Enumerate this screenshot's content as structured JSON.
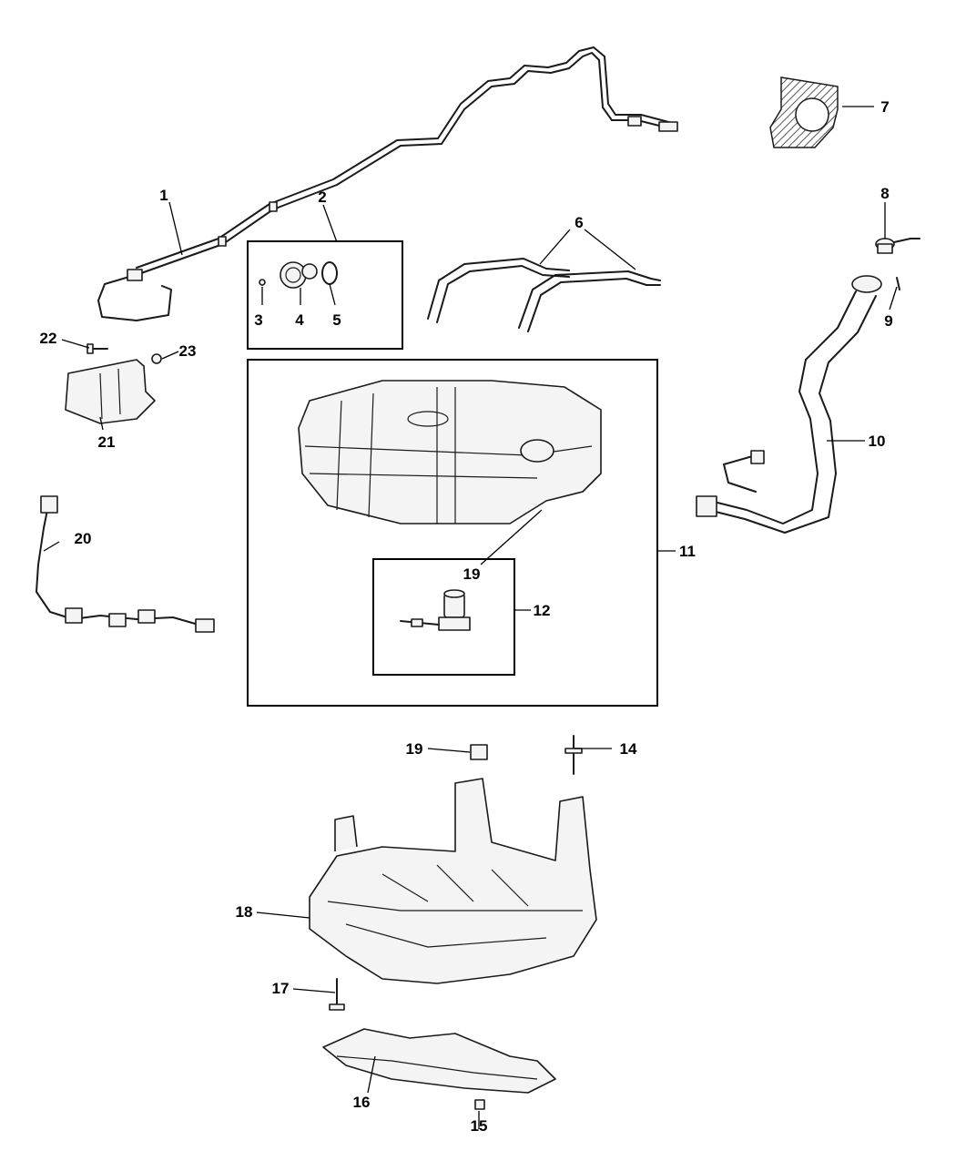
{
  "callouts": {
    "c1": "1",
    "c2": "2",
    "c3": "3",
    "c4": "4",
    "c5": "5",
    "c6": "6",
    "c7": "7",
    "c8": "8",
    "c9": "9",
    "c10": "10",
    "c11": "11",
    "c12": "12",
    "c14": "14",
    "c15": "15",
    "c16": "16",
    "c17": "17",
    "c18": "18",
    "c19a": "19",
    "c19b": "19",
    "c20": "20",
    "c21": "21",
    "c22": "22",
    "c23": "23"
  }
}
